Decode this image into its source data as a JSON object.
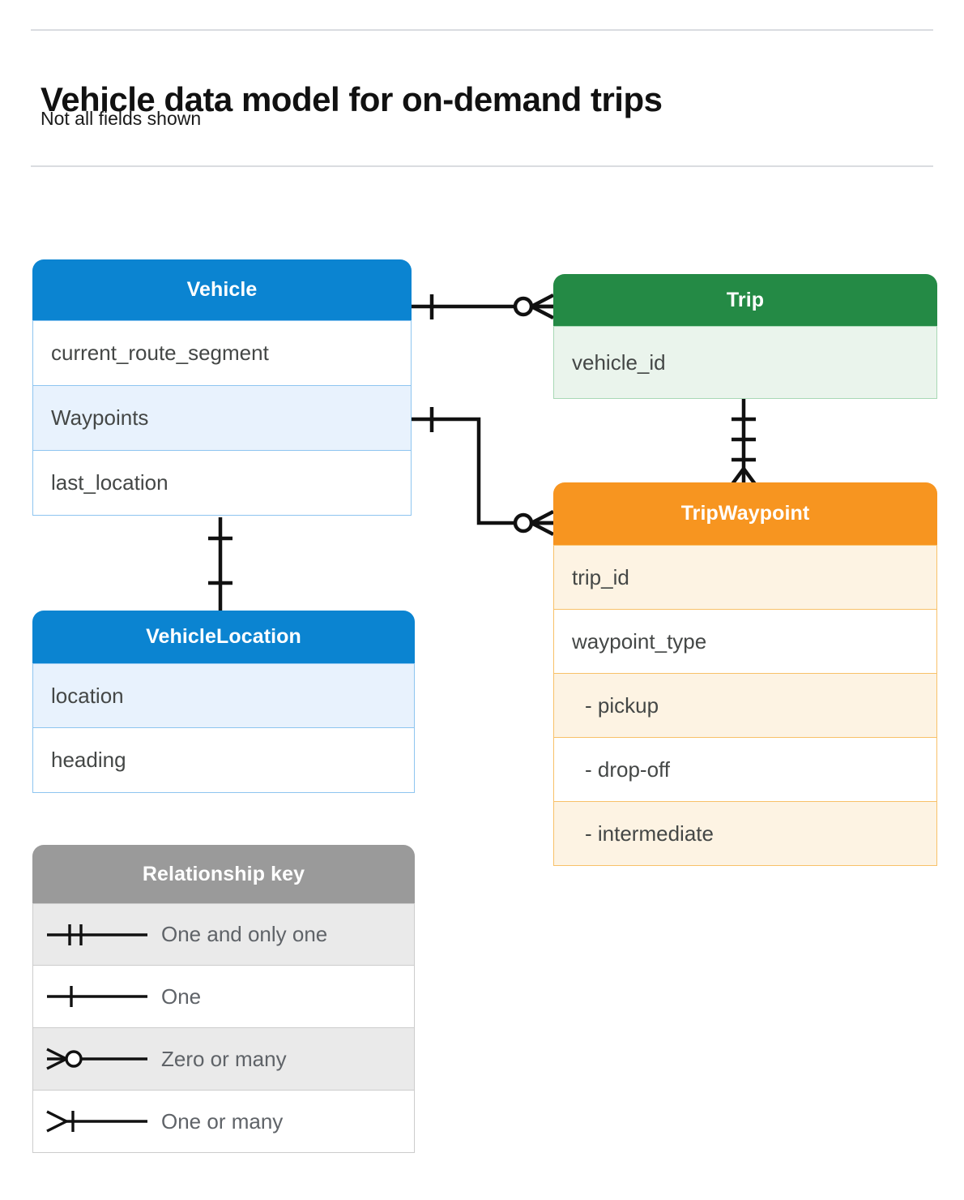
{
  "header": {
    "title": "Vehicle data model for on-demand trips",
    "subtitle": "Not all fields shown"
  },
  "colors": {
    "vehicle_header": "#0B84D1",
    "vehicle_row_tint": "#e8f2fd",
    "vehicle_border": "#8ec5f0",
    "trip_header": "#248A45",
    "trip_row_tint": "#eaf4ec",
    "trip_border": "#a8d8b5",
    "tripwaypoint_header": "#F79520",
    "tripwaypoint_row_tint": "#fdf3e3",
    "tripwaypoint_border": "#f8c169",
    "legend_header": "#9a9a9a",
    "legend_row_tint": "#eaeaea",
    "field_text": "#444746",
    "connector_line": "#111111"
  },
  "entities": {
    "vehicle": {
      "name": "Vehicle",
      "fields": [
        "current_route_segment",
        "Waypoints",
        "last_location"
      ]
    },
    "vehicle_location": {
      "name": "VehicleLocation",
      "fields": [
        "location",
        "heading"
      ]
    },
    "trip": {
      "name": "Trip",
      "fields": [
        "vehicle_id"
      ]
    },
    "trip_waypoint": {
      "name": "TripWaypoint",
      "fields": [
        "trip_id",
        "waypoint_type",
        "-  pickup",
        "-  drop-off",
        "-  intermediate"
      ]
    }
  },
  "legend": {
    "title": "Relationship key",
    "items": [
      {
        "symbol": "one-and-only-one-icon",
        "label": "One and only one"
      },
      {
        "symbol": "one-icon",
        "label": "One"
      },
      {
        "symbol": "zero-or-many-icon",
        "label": "Zero or many"
      },
      {
        "symbol": "one-or-many-icon",
        "label": "One or many"
      }
    ]
  },
  "relationships": [
    {
      "name": "vehicle-to-trip",
      "from": "Vehicle",
      "to": "Trip",
      "from_cardinality": "One",
      "to_cardinality": "Zero or many"
    },
    {
      "name": "vehicle-waypoints-to-tripwaypoint",
      "from": "Vehicle.Waypoints",
      "to": "TripWaypoint",
      "from_cardinality": "One",
      "to_cardinality": "Zero or many"
    },
    {
      "name": "trip-to-tripwaypoint",
      "from": "Trip",
      "to": "TripWaypoint",
      "from_cardinality": "One and only one",
      "to_cardinality": "One or many"
    },
    {
      "name": "vehicle-to-vehiclelocation",
      "from": "Vehicle",
      "to": "VehicleLocation",
      "from_cardinality": "One",
      "to_cardinality": "One"
    }
  ]
}
